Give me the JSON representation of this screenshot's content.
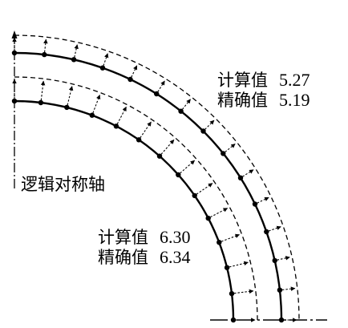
{
  "outer_ring": {
    "calc_label": "计算值",
    "calc_value": "5.27",
    "exact_label": "精确值",
    "exact_value": "5.19"
  },
  "inner_ring": {
    "calc_label": "计算值",
    "calc_value": "6.30",
    "exact_label": "精确值",
    "exact_value": "6.34"
  },
  "axis_label": "逻辑对称轴",
  "colors": {
    "ink": "#000000",
    "background": "#ffffff"
  }
}
